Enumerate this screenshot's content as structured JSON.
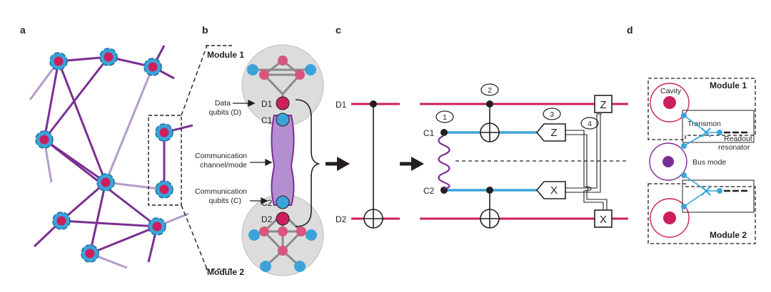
{
  "panels": [
    "a",
    "b",
    "c",
    "d"
  ],
  "colors": {
    "purple": "#7b2f93",
    "light_purple": "#b49cc8",
    "magenta": "#cc1f5e",
    "pink_node": "#d9557e",
    "cyan": "#3ba3d9",
    "gray_module": "#dcdcdc",
    "channel": "#b38fd0"
  },
  "panel_b": {
    "module1": "Module 1",
    "module2": "Module 2",
    "d1": "D1",
    "c1": "C1",
    "c2": "C2",
    "d2": "D2",
    "data_qubits": [
      "Data",
      "qubits (D)"
    ],
    "comm_channel": [
      "Communication",
      "channel/mode"
    ],
    "comm_qubits": [
      "Communication",
      "qubits (C)"
    ]
  },
  "panel_c": {
    "d1": "D1",
    "d2": "D2",
    "c1": "C1",
    "c2": "C2",
    "steps": [
      "1",
      "2",
      "3",
      "4"
    ],
    "z_gate": "Z",
    "x_gate": "X"
  },
  "panel_d": {
    "module1": "Module 1",
    "module2": "Module 2",
    "cavity": "Cavity",
    "transmon": "Transmon",
    "readout": [
      "Readout",
      "resonator"
    ],
    "bus_mode": "Bus mode"
  }
}
